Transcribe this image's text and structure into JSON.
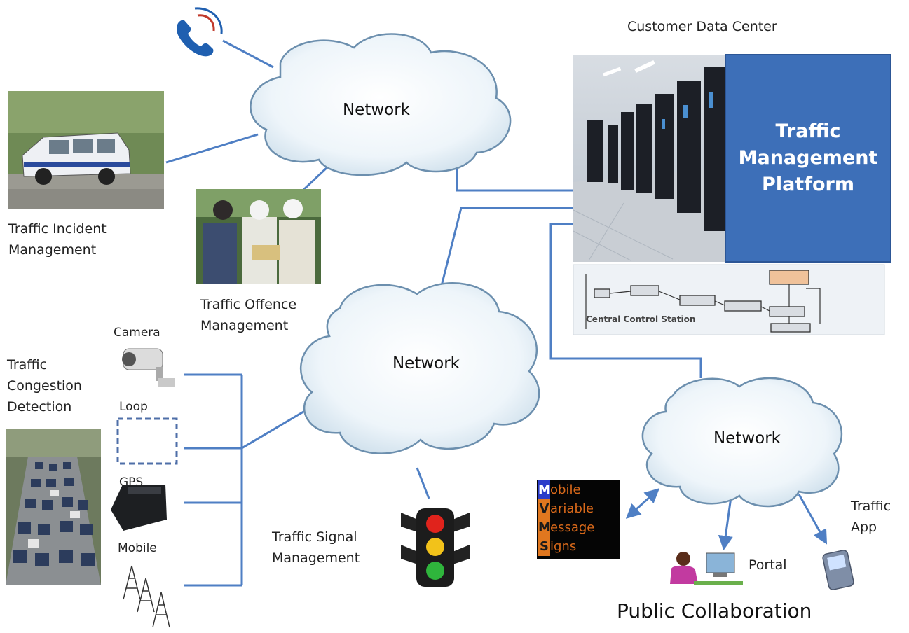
{
  "clouds": [
    {
      "label": "Network"
    },
    {
      "label": "Network"
    },
    {
      "label": "Network"
    }
  ],
  "data_center": {
    "title": "Customer Data Center",
    "platform": [
      "Traffic",
      "Management",
      "Platform"
    ],
    "control_station": "Central Control Station"
  },
  "left": {
    "incident": [
      "Traffic Incident",
      "Management"
    ],
    "offence": [
      "Traffic Offence",
      "Management"
    ],
    "congestion": [
      "Traffic",
      "Congestion",
      "Detection"
    ]
  },
  "sensors": {
    "camera": "Camera",
    "loop": "Loop",
    "gps": "GPS",
    "mobile": "Mobile"
  },
  "signal": [
    "Traffic Signal",
    "Management"
  ],
  "mvms": {
    "rows": [
      {
        "first": "M",
        "rest": "obile"
      },
      {
        "first": "V",
        "rest": "ariable"
      },
      {
        "first": "M",
        "rest": "essage"
      },
      {
        "first": "S",
        "rest": "igns"
      }
    ]
  },
  "portal": "Portal",
  "traffic_app": [
    "Traffic",
    "App"
  ],
  "public_collaboration": "Public Collaboration",
  "colors": {
    "line": "#4f7fc4",
    "platform": "#3d6fb8",
    "cloud_fill": "#f2f7fb",
    "cloud_stroke": "#6c8fae"
  }
}
